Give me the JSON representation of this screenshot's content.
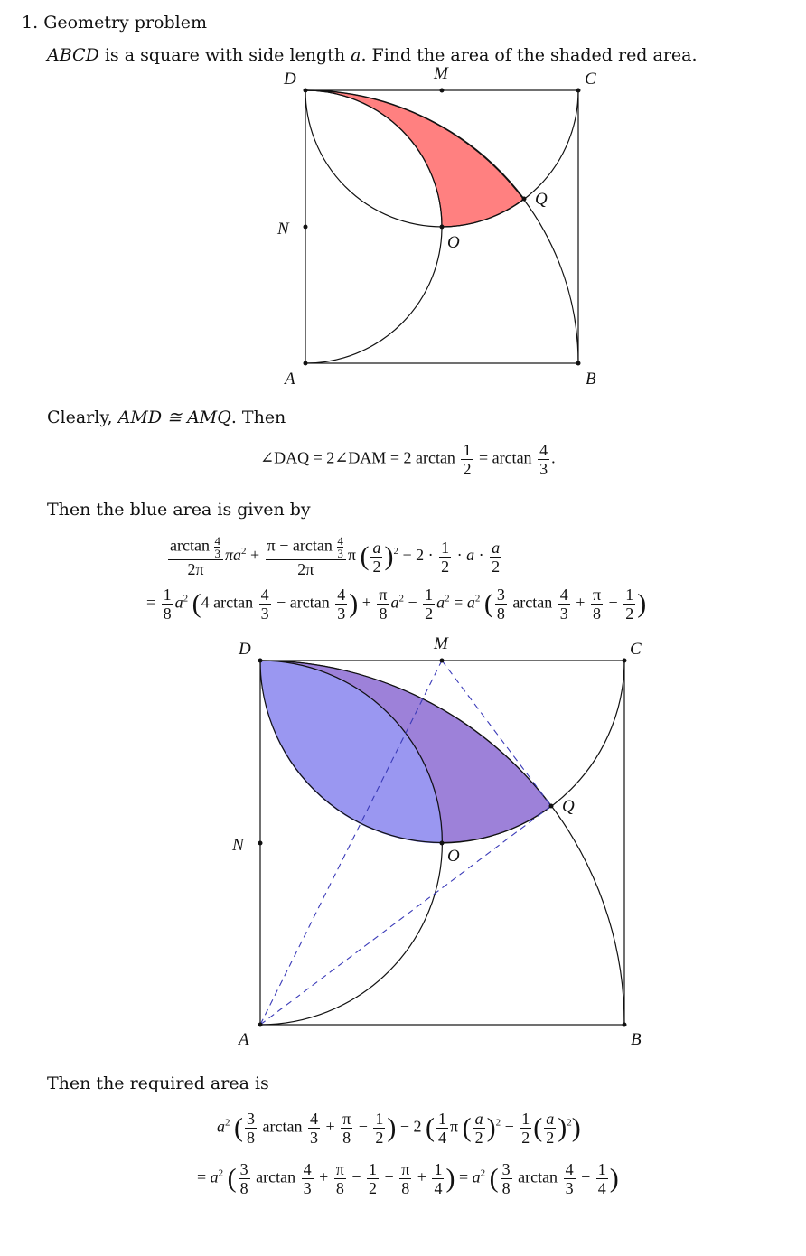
{
  "problem": {
    "number": "1.",
    "title": "Geometry problem",
    "statement_label": "ABCD",
    "statement_rest": "is a square with side length",
    "statement_var": "a",
    "statement_end": ". Find the area of the shaded red area."
  },
  "figure1": {
    "labels": {
      "D": "D",
      "M": "M",
      "C": "C",
      "N": "N",
      "O": "O",
      "Q": "Q",
      "A": "A",
      "B": "B"
    },
    "shade_color": "#ff8080"
  },
  "text": {
    "clearly": "Clearly,",
    "congruence": "AMD ≅ AMQ",
    "then": ". Then",
    "blue_area_intro": "Then the blue area is given by",
    "required_intro": "Then the required area is"
  },
  "equations": {
    "angle_lhs": "∠DAQ = 2∠DAM = 2 arctan",
    "angle_mid": "= arctan",
    "arctan": "arctan",
    "pi": "π",
    "two_pi": "2π"
  },
  "figure2": {
    "labels": {
      "D": "D",
      "M": "M",
      "C": "C",
      "N": "N",
      "O": "O",
      "Q": "Q",
      "A": "A",
      "B": "B"
    },
    "blue_color": "#a0a6fa",
    "purple_color": "#a584d6",
    "dash_color": "#3a3ab8"
  }
}
